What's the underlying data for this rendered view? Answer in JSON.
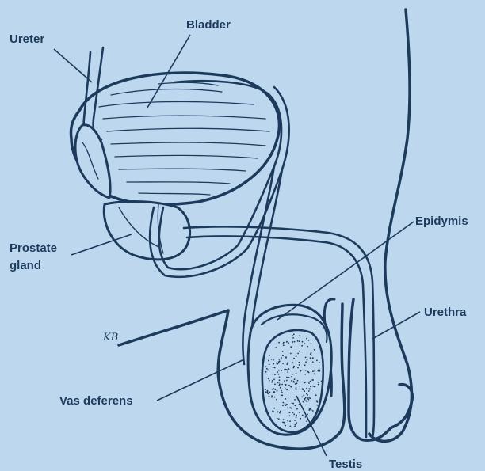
{
  "labels": {
    "ureter": "Ureter",
    "bladder": "Bladder",
    "prostate_line1": "Prostate",
    "prostate_line2": "gland",
    "epidymis": "Epidymis",
    "urethra": "Urethra",
    "vas_deferens": "Vas deferens",
    "testis": "Testis"
  },
  "signature": "KB",
  "colors": {
    "background": "#bdd7ee",
    "ink": "#1b3a5c"
  }
}
